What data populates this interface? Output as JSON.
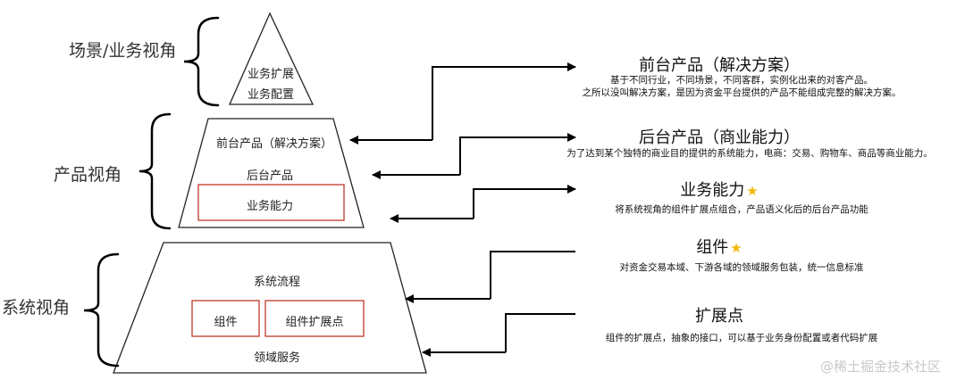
{
  "views": {
    "scene": "场景/业务视角",
    "product": "产品视角",
    "system": "系统视角"
  },
  "pyramid": {
    "top": {
      "line1": "业务扩展",
      "line2": "业务配置"
    },
    "middle": {
      "front": "前台产品（解决方案）",
      "back": "后台产品",
      "capability_box": "业务能力"
    },
    "bottom": {
      "process": "系统流程",
      "component_box": "组件",
      "extension_box": "组件扩展点",
      "domain": "领域服务"
    }
  },
  "right": {
    "front": {
      "title": "前台产品（解决方案）",
      "desc1": "基于不同行业，不同场景，不同客群，实例化出来的对客产品。",
      "desc2": "之所以没叫解决方案，是因为资金平台提供的产品不能组成完整的解决方案。"
    },
    "back": {
      "title": "后台产品（商业能力）",
      "desc1": "为了达到某个独特的商业目的提供的系统能力，电商：交易、购物车、商品等商业能力。"
    },
    "capability": {
      "title": "业务能力",
      "desc1": "将系统视角的组件扩展点组合，产品语义化后的后台产品功能"
    },
    "component": {
      "title": "组件",
      "desc1": "对资金交易本域、下游各域的领域服务包装，统一信息标准"
    },
    "extension": {
      "title": "扩展点",
      "desc1": "组件的扩展点，抽象的接口，可以基于业务身份配置或者代码扩展"
    }
  },
  "star_icon": "star-icon",
  "watermark": "@稀土掘金技术社区"
}
